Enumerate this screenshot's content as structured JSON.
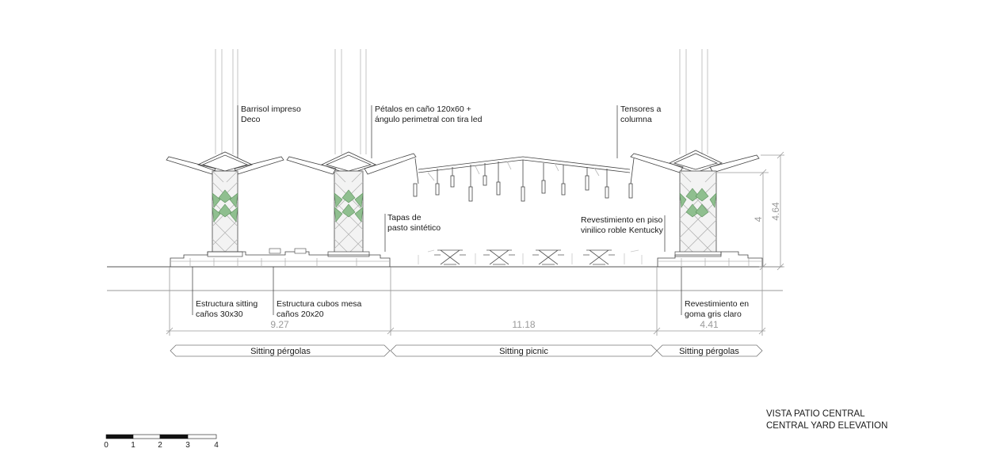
{
  "annotations": {
    "barrisol": [
      "Barrisol impreso",
      "Deco"
    ],
    "petalos": [
      "Pétalos en caño 120x60 +",
      "ángulo perimetral con tira led"
    ],
    "tensores": [
      "Tensores a",
      "columna"
    ],
    "tapas": [
      "Tapas de",
      "pasto sintético"
    ],
    "revestimiento_piso": [
      "Revestimiento en piso",
      "vinilico roble Kentucky"
    ],
    "estructura_sitting": [
      "Estructura sitting",
      "caños 30x30"
    ],
    "estructura_cubos": [
      "Estructura cubos mesa",
      "caños 20x20"
    ],
    "revestimiento_goma": [
      "Revestimiento en",
      "goma gris claro"
    ]
  },
  "dimensions": {
    "horizontal": [
      "9.27",
      "11.18",
      "4.41"
    ],
    "vertical": [
      "4",
      "4.64"
    ]
  },
  "zones": [
    "Sitting pérgolas",
    "Sitting picnic",
    "Sitting pérgolas"
  ],
  "title": [
    "VISTA PATIO CENTRAL",
    "CENTRAL YARD ELEVATION"
  ],
  "scale_bar": [
    "0",
    "1",
    "2",
    "3",
    "4"
  ],
  "colors": {
    "line": "#333333",
    "dimension": "#9a9a9a",
    "leaf_green": "#8fbf8f",
    "column_fill": "#f3f3f3"
  }
}
